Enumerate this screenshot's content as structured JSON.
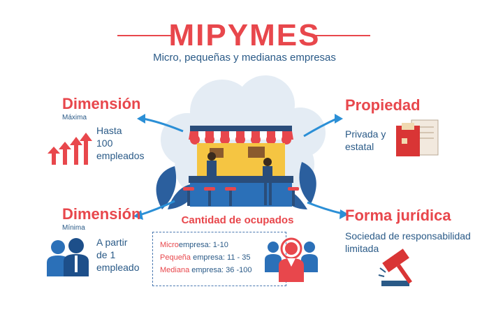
{
  "header": {
    "title": "MIPYMES",
    "subtitle": "Micro, pequeñas y medianas empresas"
  },
  "dimension_max": {
    "heading": "Dimensión",
    "sub": "Máxima",
    "text_lines": [
      "Hasta",
      "100",
      "empleados"
    ]
  },
  "dimension_min": {
    "heading": "Dimensión",
    "sub": "Mínima",
    "text_lines": [
      "A partir",
      "de 1",
      "empleado"
    ]
  },
  "ownership": {
    "heading": "Propiedad",
    "text_lines": [
      "Privada y",
      "estatal"
    ]
  },
  "legal_form": {
    "heading": "Forma jurídica",
    "text_lines": [
      "Sociedad de responsabilidad",
      "limitada"
    ]
  },
  "employees": {
    "heading": "Cantidad de ocupados",
    "rows": [
      {
        "prefix": "Micro",
        "rest": "empresa:  1-10"
      },
      {
        "prefix": "Pequeña",
        "rest": " empresa:  11 - 35"
      },
      {
        "prefix": "Mediana",
        "rest": " empresa:  36 -100"
      }
    ]
  },
  "colors": {
    "accent_red": "#e8474c",
    "navy": "#2a5a87",
    "sky_blue": "#2b8fd6",
    "cloud": "#e4ecf4"
  },
  "icons": [
    "store-icon",
    "arrows-up-icon",
    "people-icon",
    "documents-icon",
    "gavel-icon",
    "employees-icon"
  ]
}
